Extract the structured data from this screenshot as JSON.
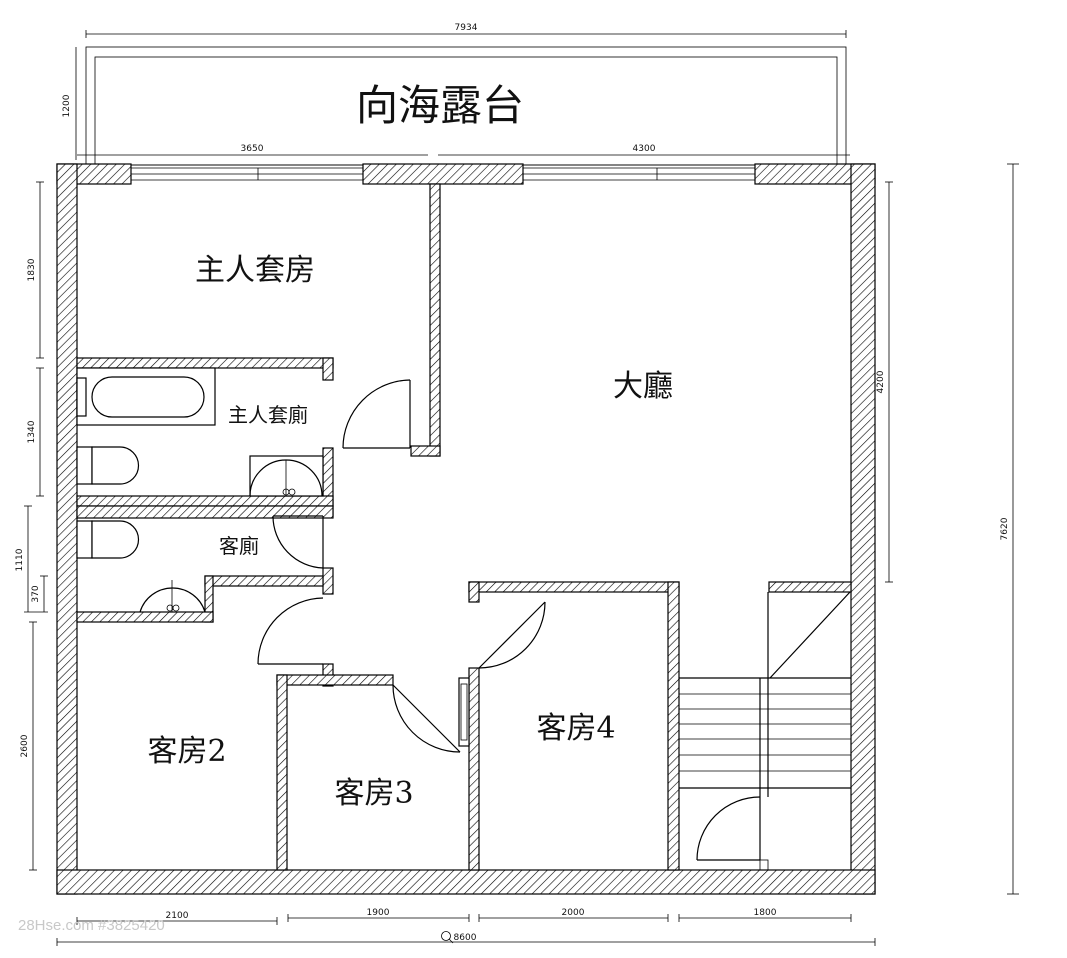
{
  "rooms": {
    "terrace": "向海露台",
    "master_bedroom": "主人套房",
    "living_room": "大廳",
    "master_bath": "主人套廁",
    "guest_toilet": "客廁",
    "guest_room_2": "客房2",
    "guest_room_3": "客房3",
    "guest_room_4": "客房4"
  },
  "dimensions": {
    "terrace_width": "7934",
    "terrace_depth": "1200",
    "top_left": "3650",
    "top_right": "4300",
    "left_1": "1830",
    "left_2": "1340",
    "left_3": "1110",
    "left_4": "370",
    "left_5": "2600",
    "right_1": "4200",
    "right_total": "7620",
    "bottom_1": "2100",
    "bottom_2": "1900",
    "bottom_3": "2000",
    "bottom_4": "1800",
    "bottom_total": "8600"
  },
  "watermark": "28Hse.com #3825420",
  "icons": [
    "magnifier-icon"
  ]
}
